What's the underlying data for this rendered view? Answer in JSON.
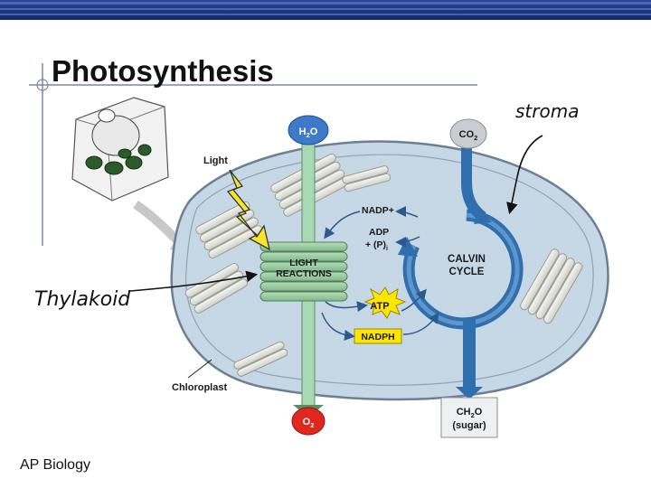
{
  "slide": {
    "title": "Photosynthesis",
    "footer": "AP Biology",
    "header_bar_color": "#1f3f8a"
  },
  "diagram": {
    "light_label": "Light",
    "chloroplast_label": "Chloroplast",
    "h2o": {
      "main": "H",
      "sub": "2",
      "tail": "O"
    },
    "co2": {
      "main": "CO",
      "sub": "2"
    },
    "o2": {
      "main": "O",
      "sub": "2"
    },
    "nadp_plus": "NADP+",
    "adp": "ADP",
    "plus_pi": "+ (P)",
    "pi_sub": "i",
    "atp": "ATP",
    "nadph": "NADPH",
    "light_reactions_line1": "LIGHT",
    "light_reactions_line2": "REACTIONS",
    "calvin_line1": "CALVIN",
    "calvin_line2": "CYCLE",
    "sugar_line1": {
      "main": "CH",
      "sub": "2",
      "tail": "O"
    },
    "sugar_line2": "(sugar)",
    "handwritten_stroma": "stroma",
    "handwritten_thylakoid": "Thylakoid"
  },
  "colors": {
    "stroma_fill": "#c6d7e6",
    "chloroplast_outline": "#6c7f93",
    "calvin_blue": "#2f6fae",
    "water_green": "#9fd3a9",
    "o2_red": "#e0281f",
    "atp_yellow": "#ffe600",
    "light_bolt": "#f5e629"
  }
}
